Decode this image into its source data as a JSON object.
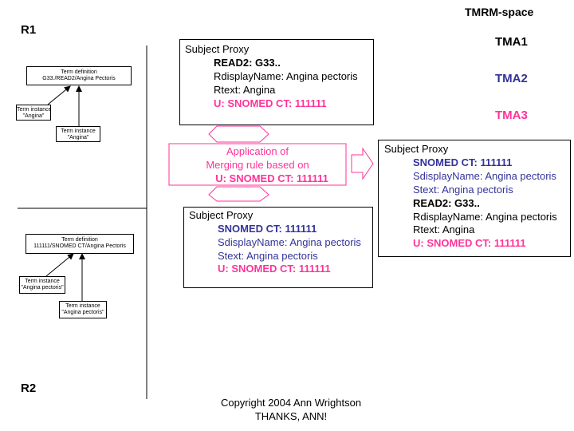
{
  "title": "TMRM-space",
  "regions": {
    "r1": "R1",
    "r2": "R2"
  },
  "tma_labels": {
    "tma1": "TMA1",
    "tma2": "TMA2",
    "tma3": "TMA3"
  },
  "colors": {
    "navy": "#333399",
    "pink": "#ff3399",
    "black": "#000000"
  },
  "r1_terms": {
    "definition": [
      "Term definition",
      "G33./READ2/Angina Pectoris"
    ],
    "instance_a": [
      "Term instance",
      "\"Angina\""
    ],
    "instance_b": [
      "Term instance",
      "\"Angina\""
    ]
  },
  "r2_terms": {
    "definition": [
      "Term definition",
      "111111/SNOMED CT/Angina Pectoris"
    ],
    "instance_a": [
      "Term instance",
      "\"Angina pectoris\""
    ],
    "instance_b": [
      "Term instance",
      "\"Angina pectoris\""
    ]
  },
  "proxy_r1": {
    "header": "Subject Proxy",
    "lines": [
      "READ2: G33..",
      "RdisplayName: Angina pectoris",
      "Rtext: Angina",
      "U: SNOMED CT: 111111"
    ]
  },
  "proxy_r2": {
    "header": "Subject Proxy",
    "lines": [
      "SNOMED CT: 111111",
      "SdisplayName: Angina pectoris",
      "Stext: Angina pectoris",
      "U: SNOMED CT: 111111"
    ]
  },
  "proxy_merged": {
    "header": "Subject Proxy",
    "lines": [
      "SNOMED CT: 111111",
      "SdisplayName: Angina pectoris",
      "Stext: Angina pectoris",
      "READ2: G33..",
      "RdisplayName: Angina pectoris",
      "Rtext: Angina",
      "U: SNOMED CT: 111111"
    ]
  },
  "merge_note": [
    "Application of",
    "Merging rule based on",
    "U: SNOMED CT: 111111"
  ],
  "footer": [
    "Copyright 2004 Ann Wrightson",
    "THANKS, ANN!"
  ]
}
